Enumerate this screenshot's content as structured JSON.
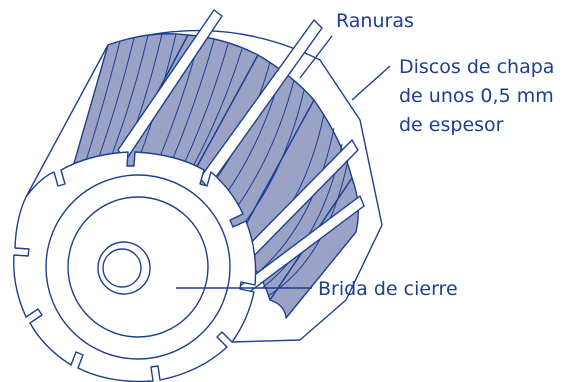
{
  "labels": {
    "slots": "Ranuras",
    "discs_line1": "Discos de chapa",
    "discs_line2": "de unos 0,5 mm",
    "discs_line3": "de espesor",
    "end_flange": "Brida de cierre"
  },
  "colors": {
    "line": "#1d3f8f",
    "disc_fill": "#9aa2c6",
    "background": "#ffffff"
  }
}
